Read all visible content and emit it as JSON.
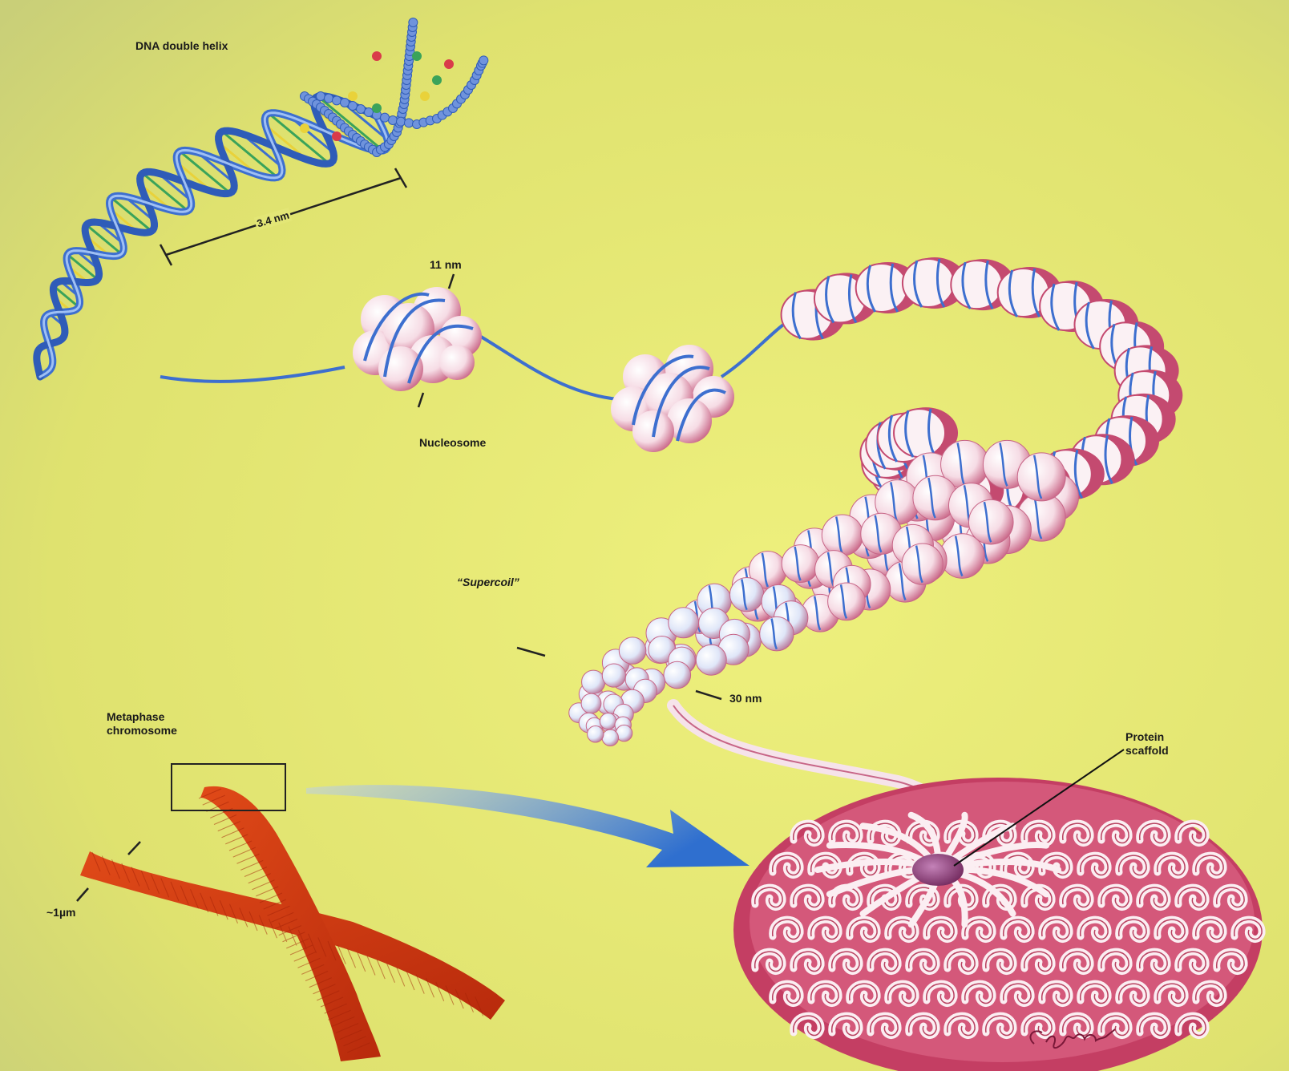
{
  "labels": {
    "dna_double_helix": "DNA double helix",
    "helix_pitch": "3.4 nm",
    "nucleosome_width": "11 nm",
    "nucleosome": "Nucleosome",
    "supercoil": "“Supercoil”",
    "fiber_width": "30 nm",
    "metaphase_chromosome": [
      "Metaphase",
      "chromosome"
    ],
    "chromosome_width": "~1µm",
    "protein_scaffold": [
      "Protein",
      "scaffold"
    ]
  },
  "colors": {
    "background": "#e7ea7a",
    "dna": "#3d6fcf",
    "dna_light": "#8fb0ee",
    "histone_white": "#fbf1f4",
    "histone_pink": "#c44a70",
    "chromosome": "#d63a12",
    "arrow": "#3d7fd6",
    "loops": "#d9607f",
    "scaffold_core": "#8a3a6e"
  }
}
